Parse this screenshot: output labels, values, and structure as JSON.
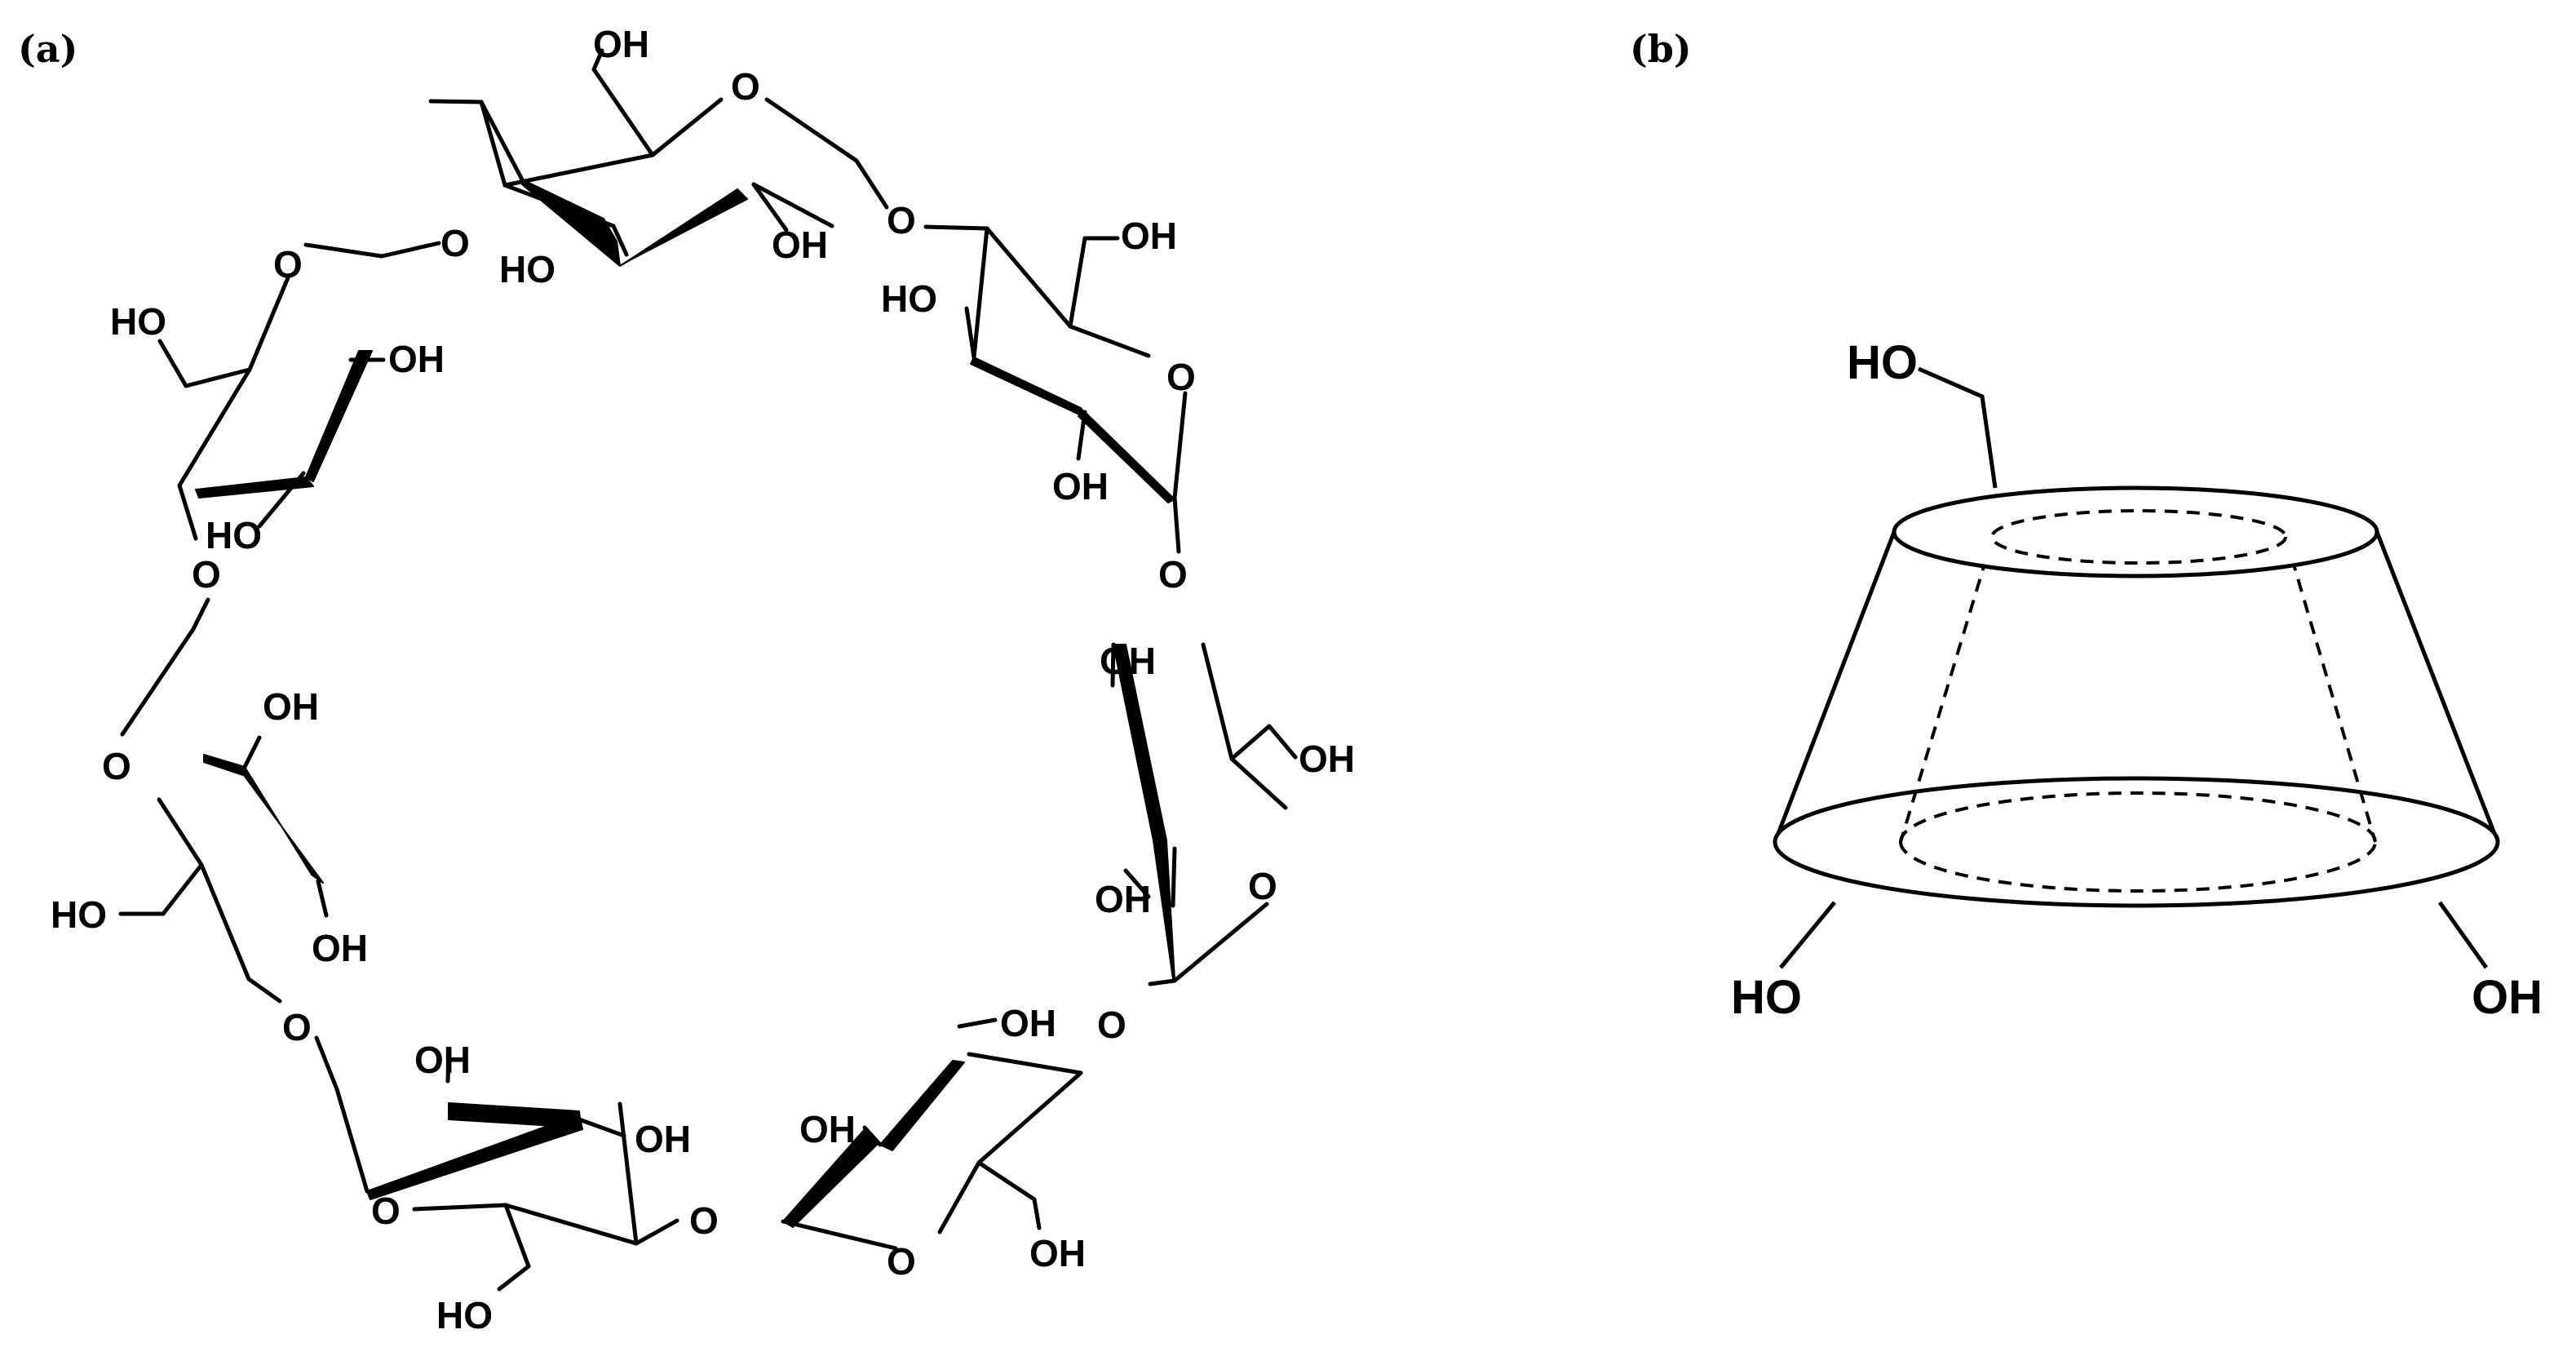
{
  "panel_a": {
    "label": "(a)",
    "ring_oxygen": "O",
    "glycosidic_oxygen": "O",
    "hydroxyl_left": "HO",
    "hydroxyl_right": "OH"
  },
  "panel_b": {
    "label": "(b)",
    "primary_hydroxyl": "HO",
    "secondary_hydroxyl_left": "HO",
    "secondary_hydroxyl_right": "OH"
  }
}
